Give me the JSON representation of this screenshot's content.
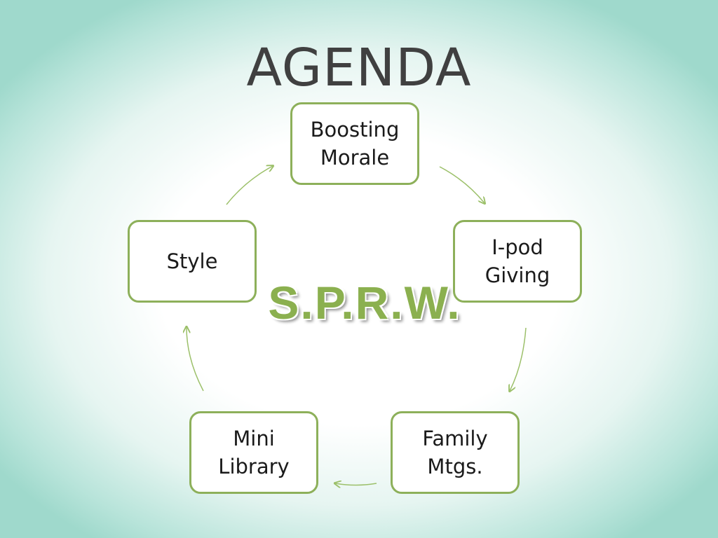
{
  "slide": {
    "title": "AGENDA",
    "center_label": "S.P.R.W."
  },
  "cycle": {
    "nodes": [
      {
        "label": "Boosting\nMorale"
      },
      {
        "label": "I-pod\nGiving"
      },
      {
        "label": "Family\nMtgs."
      },
      {
        "label": "Mini\nLibrary"
      },
      {
        "label": "Style"
      }
    ]
  },
  "colors": {
    "node_border": "#8db05a",
    "arrow": "#9cc06a",
    "center_label": "#8bb04f",
    "title": "#404040"
  }
}
